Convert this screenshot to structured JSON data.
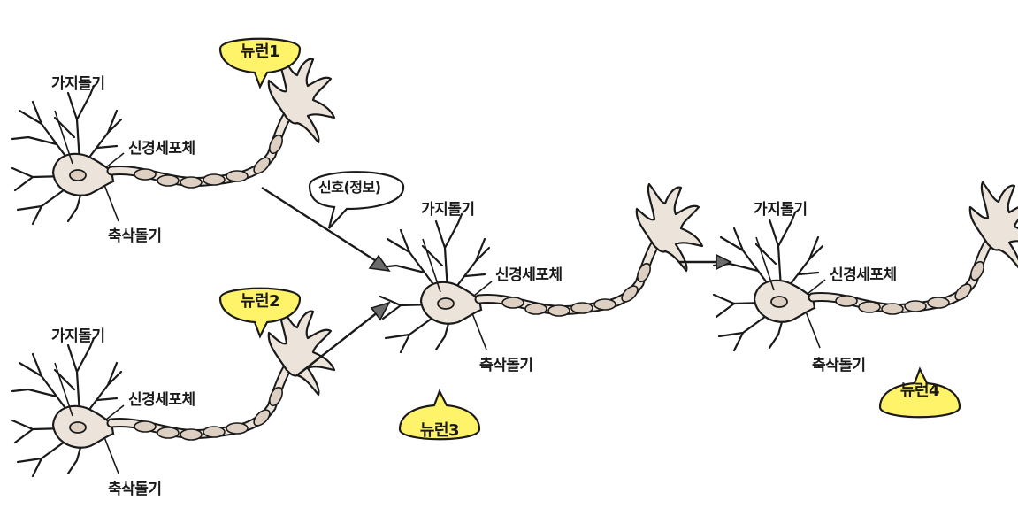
{
  "colors": {
    "cell_fill": "#ece4da",
    "outline": "#1a1a1a",
    "badge_fill": "#fff36a",
    "speech_fill": "#ffffff",
    "arrow_fill": "#6b6b6b"
  },
  "neurons": [
    {
      "name": "뉴런1",
      "dendrite": "가지돌기",
      "soma": "신경세포체",
      "axon": "축삭돌기"
    },
    {
      "name": "뉴런2",
      "dendrite": "가지돌기",
      "soma": "신경세포체",
      "axon": "축삭돌기"
    },
    {
      "name": "뉴런3",
      "dendrite": "가지돌기",
      "soma": "신경세포체",
      "axon": "축삭돌기"
    },
    {
      "name": "뉴런4",
      "dendrite": "가지돌기",
      "soma": "신경세포체",
      "axon": "축삭돌기"
    }
  ],
  "signal_label": "신호(정보)",
  "icons": [
    "neuron-icon",
    "arrow-icon",
    "speech-bubble-icon"
  ]
}
